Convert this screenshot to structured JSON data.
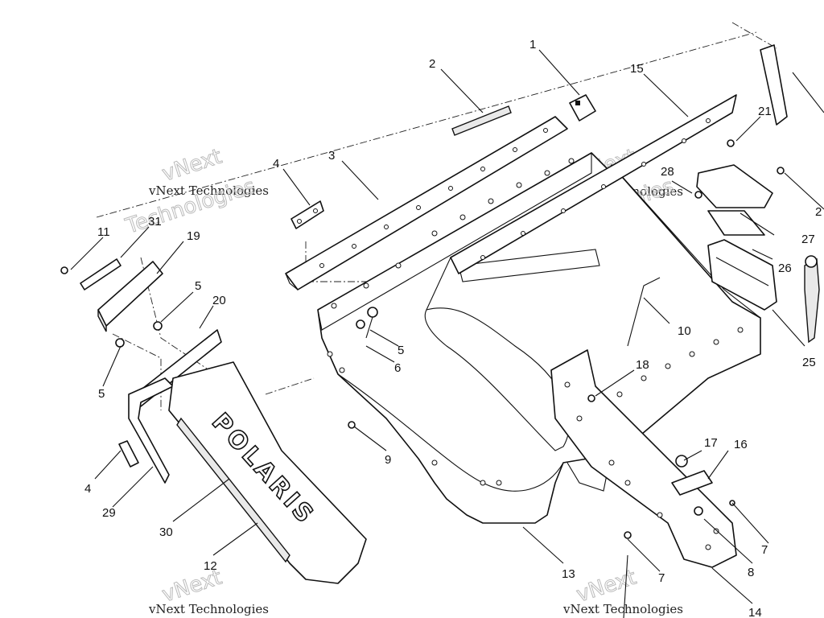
{
  "diagram": {
    "brand_logo_text": "POLARIS",
    "watermarks": [
      {
        "line1": "vNext",
        "line2": "vNext Technologies",
        "line3": "Technologies"
      },
      {
        "line1": "vNext",
        "line2": "vNext Technologies",
        "line3": "Technologies"
      },
      {
        "line1": "vNext",
        "line2": "vNext Technologies",
        "line3": ""
      },
      {
        "line1": "vNext",
        "line2": "vNext Technologies",
        "line3": ""
      }
    ],
    "callouts": [
      "1",
      "2",
      "3",
      "4",
      "15",
      "21",
      "28",
      "11",
      "31",
      "19",
      "5",
      "20",
      "5",
      "6",
      "27",
      "26",
      "10",
      "25",
      "18",
      "9",
      "17",
      "16",
      "4",
      "29",
      "30",
      "12",
      "13",
      "7",
      "8",
      "7",
      "14",
      "2"
    ]
  }
}
